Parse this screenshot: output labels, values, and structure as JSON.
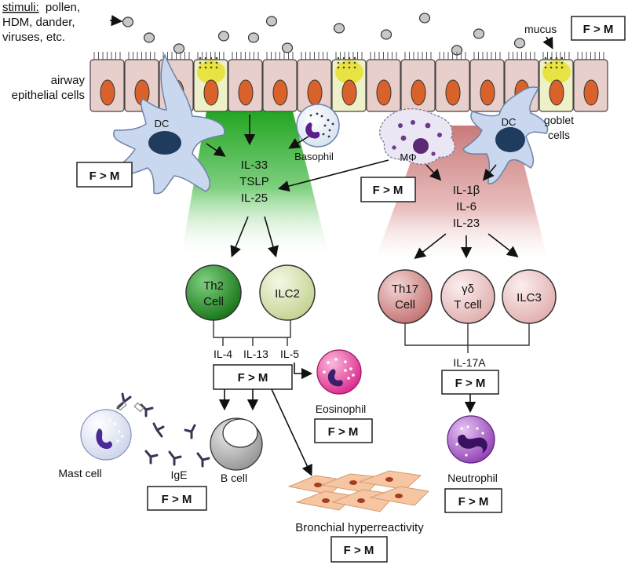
{
  "stimuli": {
    "underlined": "stimuli:",
    "line1": "pollen,",
    "line2": "HDM, dander,",
    "line3": "viruses, etc."
  },
  "epithelium": {
    "label1": "airway",
    "label2": "epithelial cells",
    "mucus": "mucus",
    "goblet1": "goblet",
    "goblet2": "cells"
  },
  "cells": {
    "dc_left": "DC",
    "dc_right": "DC",
    "basophil": "Basophil",
    "macrophage": "MΦ",
    "th2_1": "Th2",
    "th2_2": "Cell",
    "ilc2": "ILC2",
    "th17_1": "Th17",
    "th17_2": "Cell",
    "gd_1": "γδ",
    "gd_2": "T cell",
    "ilc3": "ILC3",
    "eosinophil": "Eosinophil",
    "mast": "Mast cell",
    "igE": "IgE",
    "bcell": "B cell",
    "neutrophil": "Neutrophil",
    "bhr": "Bronchial hyperreactivity"
  },
  "cytokines": {
    "il33": "IL-33",
    "tslp": "TSLP",
    "il25": "IL-25",
    "il1b": "IL-1β",
    "il6": "IL-6",
    "il23": "IL-23",
    "il4": "IL-4",
    "il13": "IL-13",
    "il5": "IL-5",
    "il17a": "IL-17A"
  },
  "badges": {
    "top_right": "F > M",
    "dc_left": "F > M",
    "mf": "F > M",
    "th2_out": "F > M",
    "eosinophil": "F > M",
    "il17a": "F > M",
    "mast": "F > M",
    "neutrophil": "F > M",
    "bhr": "F > M"
  },
  "colors": {
    "epithelial": "#e9cfcc",
    "nucleus": "#d9612a",
    "goblet": "#e6e02a",
    "th2_green": "#1f8f1f",
    "ilc2_green": "#dfe8b8",
    "th17_pink": "#d98b8b",
    "dc_blue": "#c6d6ef",
    "eosinophil": "#e8399a",
    "neutrophil": "#a34fc6",
    "bhr": "#f4c19c"
  }
}
